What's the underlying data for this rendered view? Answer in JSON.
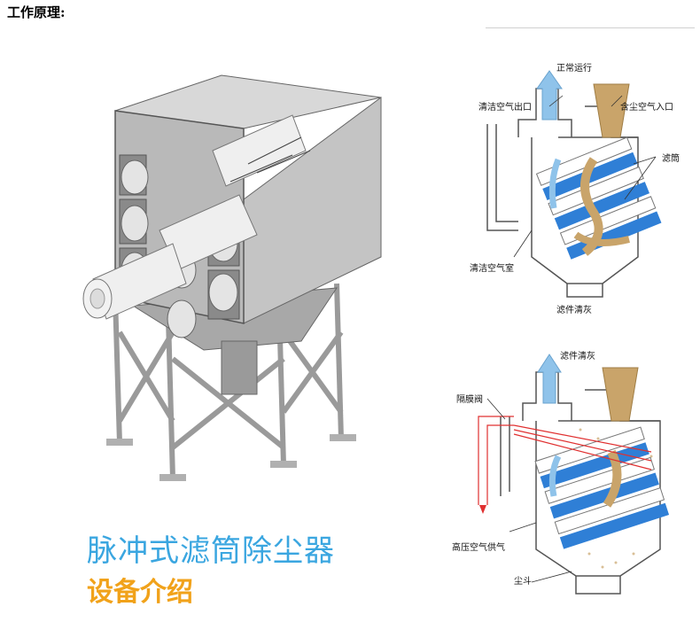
{
  "page_heading": "工作原理:",
  "title": {
    "main": "脉冲式滤筒除尘器",
    "sub": "设备介绍",
    "main_color": "#3aa6e0",
    "sub_color": "#f1a21a"
  },
  "diagram_normal": {
    "title": "正常运行",
    "labels": {
      "clean_air_outlet": "清洁空气出口",
      "dusty_air_inlet": "含尘空气入口",
      "filter_cartridge": "滤筒",
      "clean_air_chamber": "清洁空气室",
      "footer": "滤件清灰"
    }
  },
  "diagram_cleaning": {
    "title": "滤件清灰",
    "labels": {
      "diaphragm_valve": "隔膜阀",
      "high_pressure_air": "高压空气供气",
      "hopper": "尘斗"
    }
  },
  "colors": {
    "air_arrow": "#8fc3ea",
    "dust": "#c9a46a",
    "filter_blue": "#2f7fd6",
    "pulse_red": "#e03030"
  }
}
